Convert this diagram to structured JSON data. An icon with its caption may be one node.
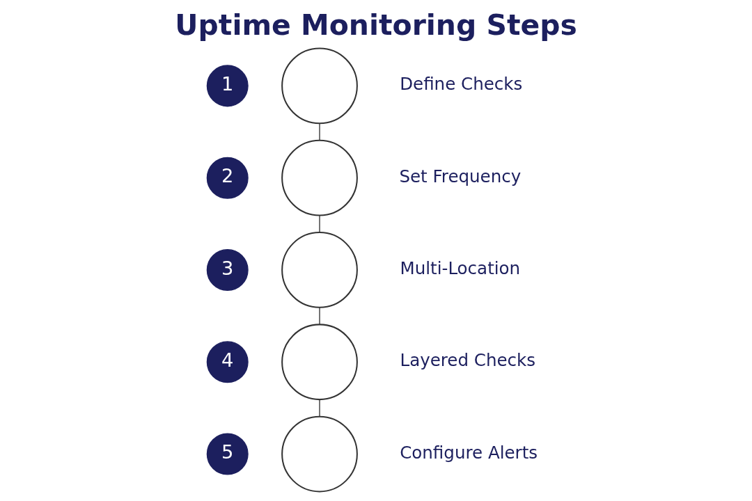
{
  "diagram": {
    "title": "Uptime Monitoring Steps",
    "nodes": [
      {
        "text": [
          "1"
        ]
      },
      {
        "text": [],
        "shape": "circle",
        "beside": [
          "Define Checks"
        ]
      },
      {
        "text": [
          "2"
        ]
      },
      {
        "text": [],
        "shape": "circle",
        "beside": [
          "Set Frequency"
        ]
      },
      {
        "text": [
          "3"
        ]
      },
      {
        "text": [],
        "shape": "circle",
        "beside": [
          "Multi-Location"
        ]
      },
      {
        "text": [
          "4"
        ]
      },
      {
        "text": [],
        "shape": "circle",
        "beside": [
          "Layered Checks"
        ]
      },
      {
        "text": [
          "5"
        ]
      },
      {
        "text": [],
        "shape": "circle",
        "beside": [
          "Configure Alerts"
        ]
      }
    ],
    "edges": [
      {
        "from": 1,
        "to": 3,
        "arrow": "none"
      },
      {
        "from": 3,
        "to": 5,
        "arrow": "none"
      },
      {
        "from": 5,
        "to": 7,
        "arrow": "none"
      },
      {
        "from": 7,
        "to": 9,
        "arrow": "none"
      }
    ]
  }
}
